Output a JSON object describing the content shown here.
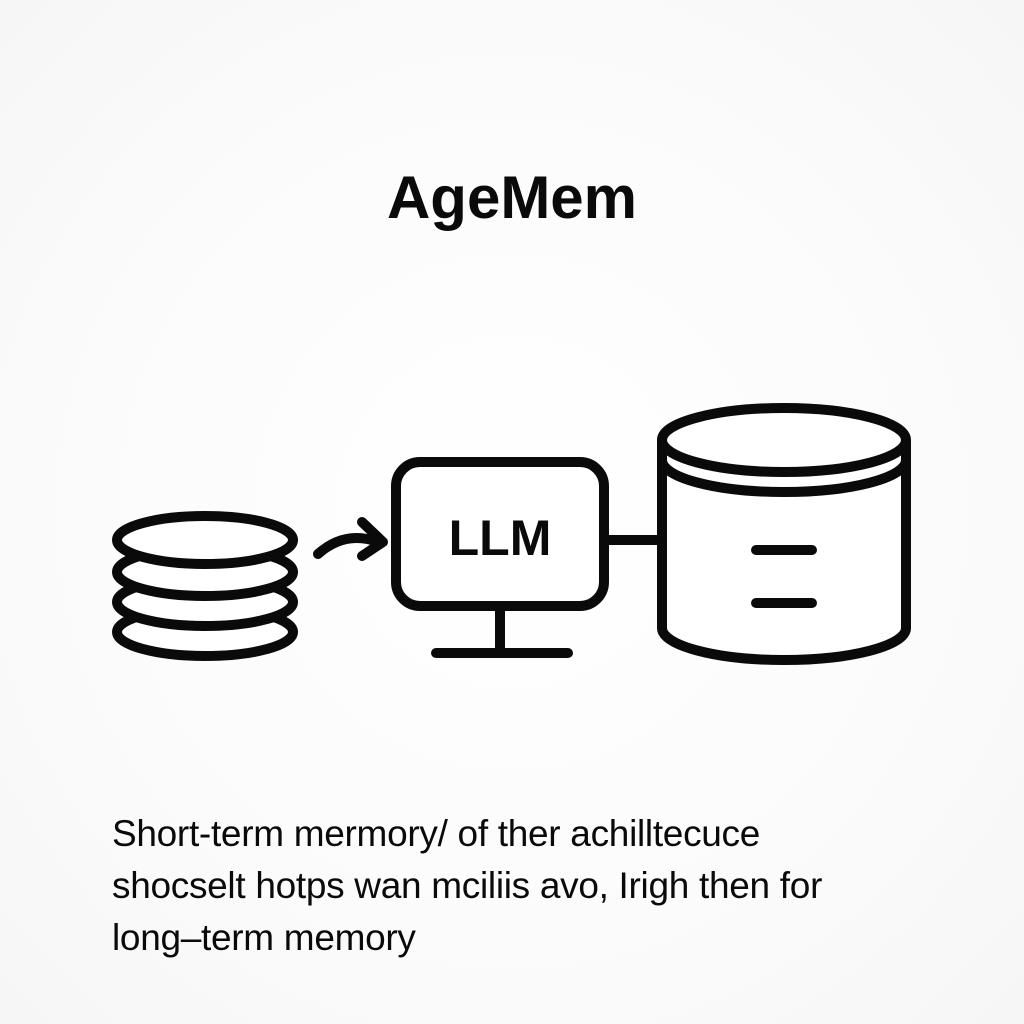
{
  "title": "AgeMem",
  "diagram": {
    "nodes": [
      {
        "id": "short-term-memory",
        "icon": "stacked-disks-icon"
      },
      {
        "id": "llm",
        "label": "LLM",
        "icon": "monitor-icon"
      },
      {
        "id": "long-term-memory",
        "icon": "database-cylinder-icon"
      }
    ],
    "edges": [
      {
        "from": "short-term-memory",
        "to": "llm",
        "style": "curved-arrow"
      },
      {
        "from": "llm",
        "to": "long-term-memory",
        "style": "line"
      }
    ],
    "stroke_color": "#0a0a0a",
    "background_color": "#fafafa"
  },
  "caption": {
    "lines": [
      "Short-term mermory/ of ther achilltecuce",
      "shocselt hotps wan mciliis avo, Irigh then for",
      "long–term memory"
    ]
  }
}
